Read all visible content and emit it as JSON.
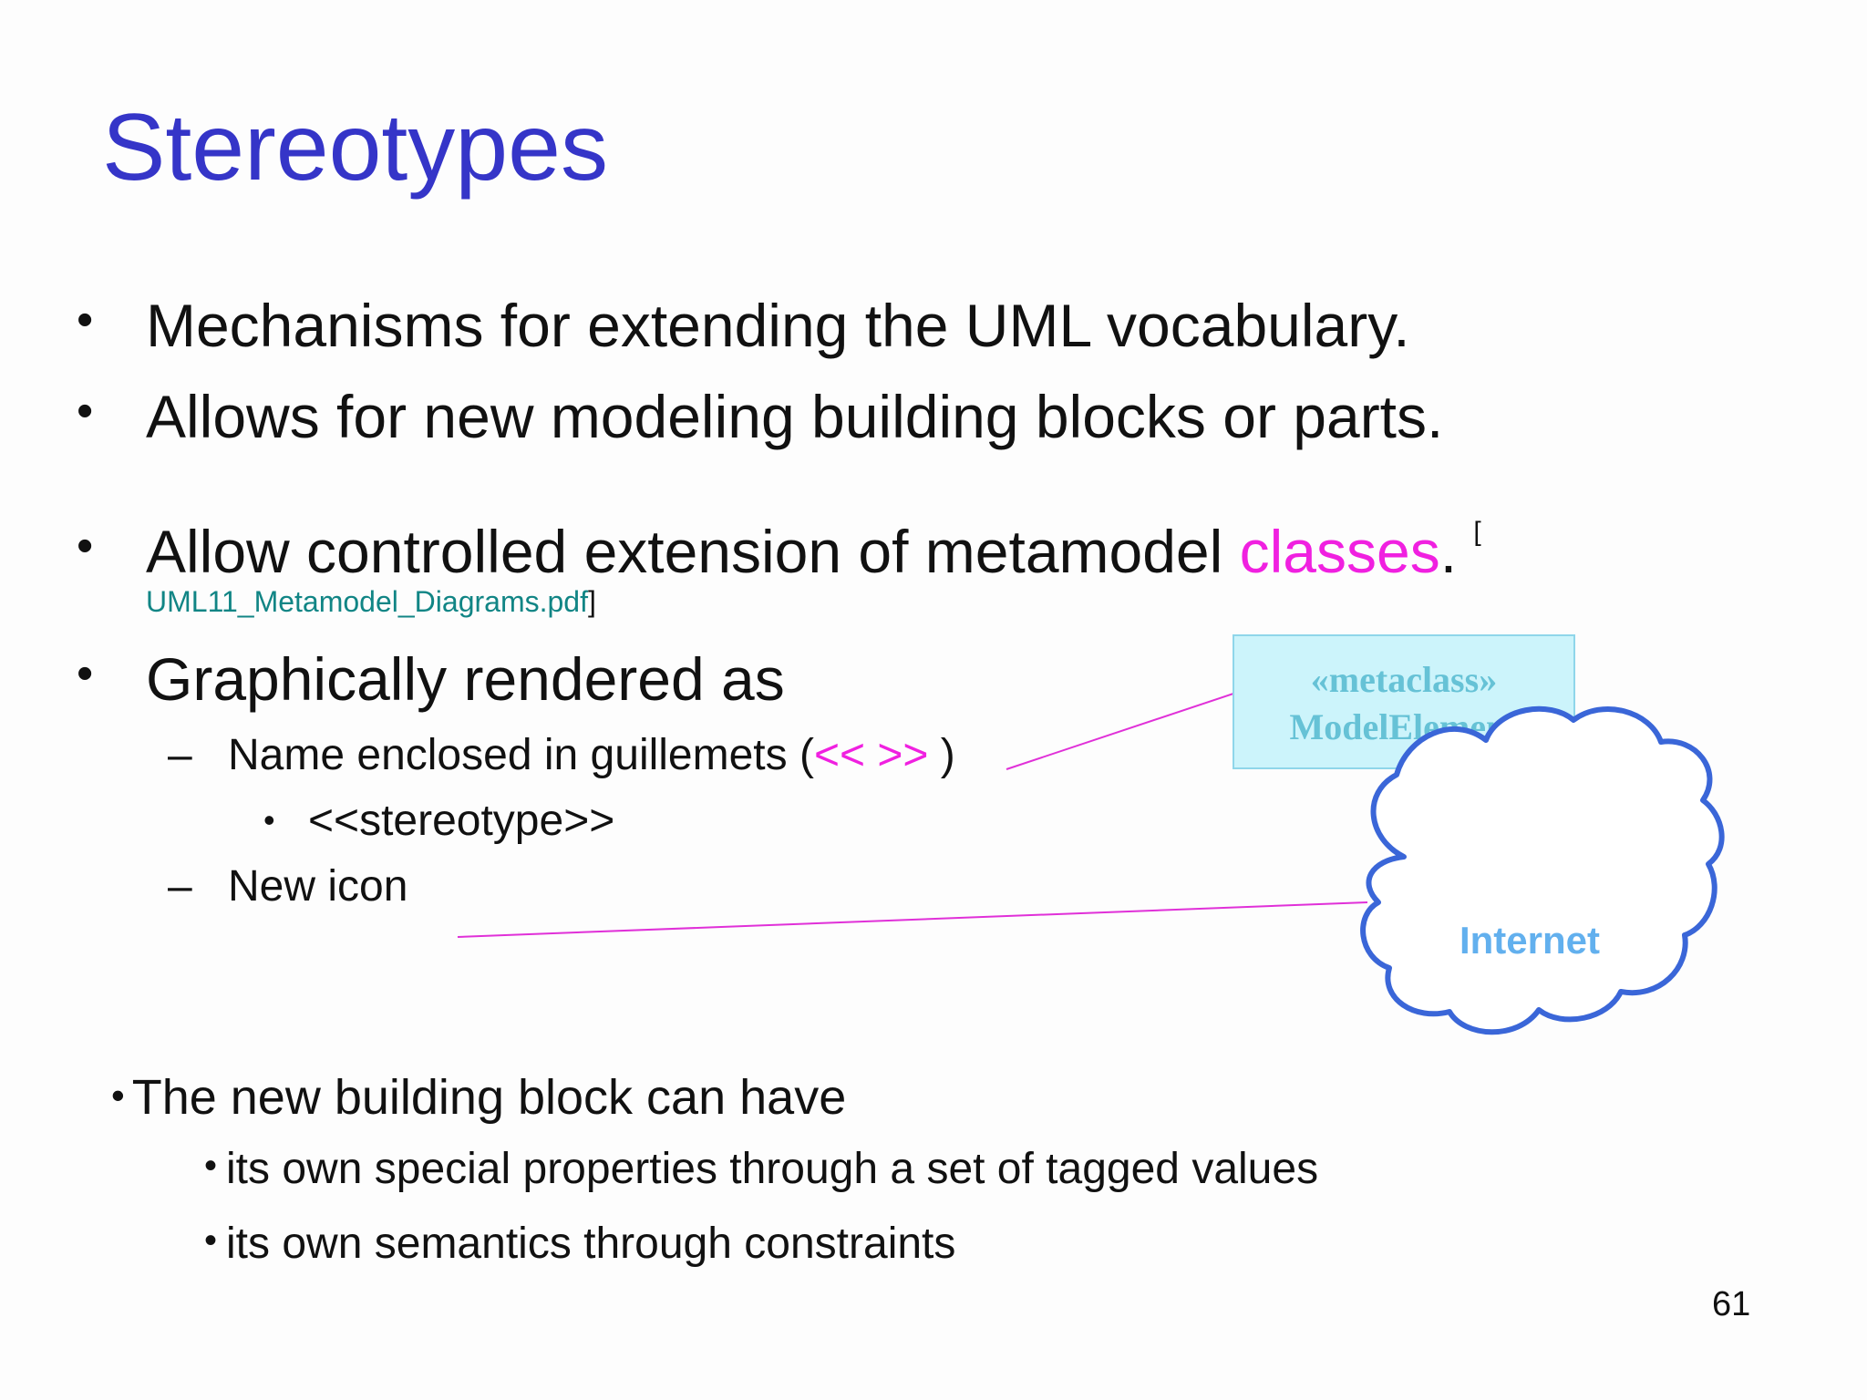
{
  "slide": {
    "title": "Stereotypes",
    "bullets": [
      "Mechanisms for extending the UML vocabulary.",
      "Allows for new modeling building blocks or parts."
    ],
    "bullet3": {
      "text": "Allow controlled extension of metamodel ",
      "accent": "classes",
      "end": ".",
      "ref_open": "[",
      "ref_link": "UML11_Metamodel_Diagrams.pdf",
      "ref_close": "]"
    },
    "bullet4": {
      "text": "Graphically rendered as",
      "sub1_prefix": "Name enclosed in guillemets  (",
      "sub1_accent": "<< >>",
      "sub1_suffix": " )",
      "sub1_child": "<<stereotype>>",
      "sub2": "New icon"
    },
    "metaclass_box": {
      "line1": "«metaclass»",
      "line2": "ModelElement"
    },
    "cloud_label": "Internet",
    "lower": {
      "heading": "The new building block can have",
      "items": [
        "its own special properties through a set of tagged values",
        "its own semantics through constraints"
      ]
    },
    "page_number": "61",
    "colors": {
      "title": "#3535c8",
      "accent": "#f020e0",
      "link": "#118585",
      "cloud_stroke": "#3a66d8",
      "cloud_text": "#62b0ee",
      "metaclass_fill": "#ccf4fb"
    }
  }
}
